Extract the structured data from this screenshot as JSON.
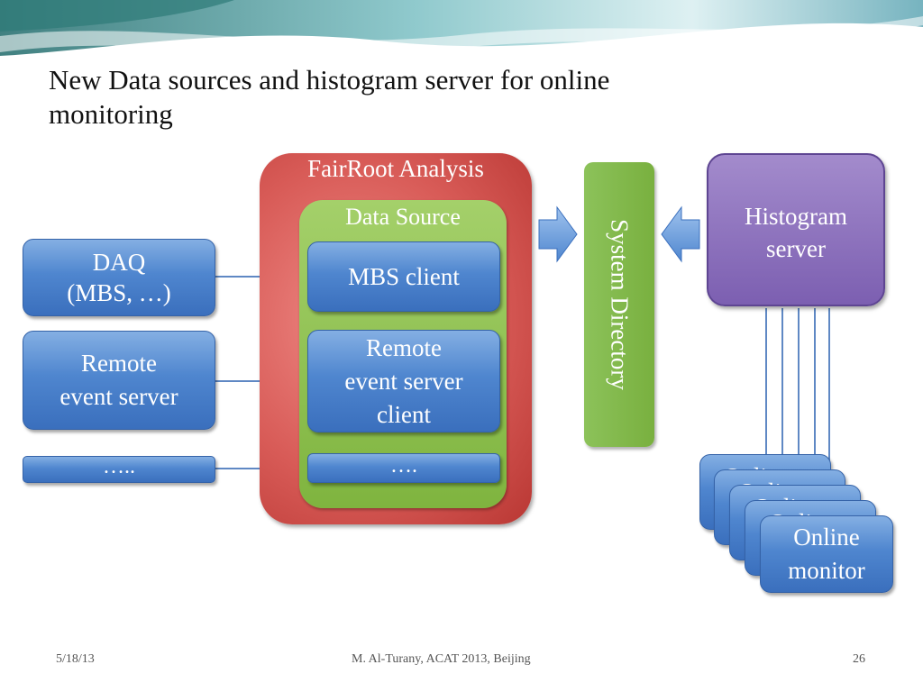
{
  "slide": {
    "title_line1": "New Data sources and histogram server for online",
    "title_line2": "monitoring"
  },
  "diagram": {
    "fairroot_label": "FairRoot Analysis",
    "data_source_label": "Data Source",
    "sources": {
      "daq_line1": "DAQ",
      "daq_line2": "(MBS, …)",
      "remote_line1": "Remote",
      "remote_line2": "event server",
      "more": "….."
    },
    "clients": {
      "mbs": "MBS client",
      "remote_line1": "Remote",
      "remote_line2": "event server",
      "remote_line3": "client",
      "more": "…."
    },
    "system_directory": "System Directory",
    "histogram_line1": "Histogram",
    "histogram_line2": "server",
    "monitor_back": "Onli",
    "monitor_line1": "Online",
    "monitor_line2": "monitor"
  },
  "footer": {
    "date": "5/18/13",
    "author": "M. Al-Turany,  ACAT 2013, Beijing",
    "page": "26"
  },
  "colors": {
    "blue": "#4f86cf",
    "red": "#d85b57",
    "green": "#7fb43f",
    "purple": "#7c5fb1"
  }
}
